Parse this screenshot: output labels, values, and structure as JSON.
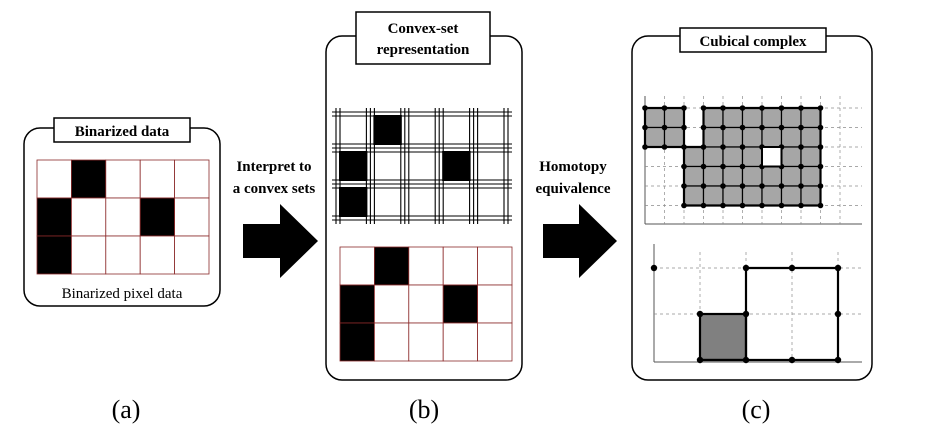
{
  "panels": {
    "a": {
      "title": "Binarized data",
      "caption": "Binarized pixel data",
      "label": "(a)",
      "grid": {
        "cols": 5,
        "rows": 3,
        "black": [
          [
            1,
            0
          ],
          [
            0,
            1
          ],
          [
            3,
            1
          ],
          [
            0,
            2
          ]
        ]
      }
    },
    "b": {
      "title_line1": "Convex-set",
      "title_line2": "representation",
      "label": "(b)",
      "grid": {
        "cols": 5,
        "rows": 3,
        "black": [
          [
            1,
            0
          ],
          [
            0,
            1
          ],
          [
            3,
            1
          ],
          [
            0,
            2
          ]
        ]
      }
    },
    "c": {
      "title": "Cubical complex",
      "label": "(c)",
      "top_grid": {
        "cols": 11,
        "rows": 6,
        "gray": [
          [
            0,
            0
          ],
          [
            1,
            0
          ],
          [
            3,
            0
          ],
          [
            4,
            0
          ],
          [
            5,
            0
          ],
          [
            6,
            0
          ],
          [
            7,
            0
          ],
          [
            8,
            0
          ],
          [
            0,
            1
          ],
          [
            1,
            1
          ],
          [
            3,
            1
          ],
          [
            4,
            1
          ],
          [
            5,
            1
          ],
          [
            6,
            1
          ],
          [
            7,
            1
          ],
          [
            8,
            1
          ],
          [
            2,
            2
          ],
          [
            3,
            2
          ],
          [
            4,
            2
          ],
          [
            5,
            2
          ],
          [
            7,
            2
          ],
          [
            8,
            2
          ],
          [
            2,
            3
          ],
          [
            3,
            3
          ],
          [
            4,
            3
          ],
          [
            5,
            3
          ],
          [
            6,
            3
          ],
          [
            7,
            3
          ],
          [
            8,
            3
          ],
          [
            2,
            4
          ],
          [
            3,
            4
          ],
          [
            4,
            4
          ],
          [
            5,
            4
          ],
          [
            6,
            4
          ],
          [
            7,
            4
          ],
          [
            8,
            4
          ]
        ]
      },
      "bottom_grid": {
        "gray_cell": [
          1,
          1
        ]
      }
    }
  },
  "arrows": {
    "first_line1": "Interpret to",
    "first_line2": "a convex sets",
    "second_line1": "Homotopy",
    "second_line2": "equivalence"
  },
  "colors": {
    "black": "#000000",
    "gray_fill": "#a6a6a6",
    "dark_gray_fill": "#808080",
    "pixel_border": "#8b2a2a",
    "dashed_grid": "#8c8c8c"
  }
}
